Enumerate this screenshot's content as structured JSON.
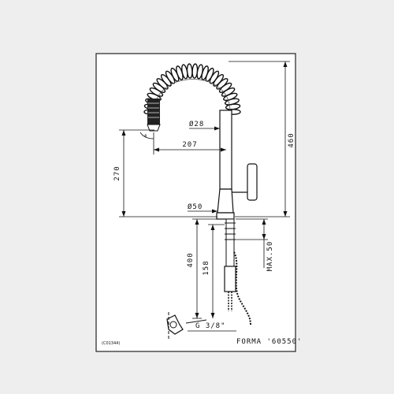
{
  "drawing": {
    "code": "(C01344)",
    "title": "FORMA '60550'",
    "colors": {
      "background": "#eeeeee",
      "line": "#111111",
      "frame": "#222222"
    }
  },
  "dimensions": {
    "height_total": "460",
    "height_spout": "270",
    "reach": "207",
    "pipe_diameter": "Ø28",
    "base_diameter": "Ø50",
    "below_deck": "400",
    "hose_length": "158",
    "max_deck": "MAX.50",
    "thread": "G 3/8\"",
    "angle": "4"
  }
}
